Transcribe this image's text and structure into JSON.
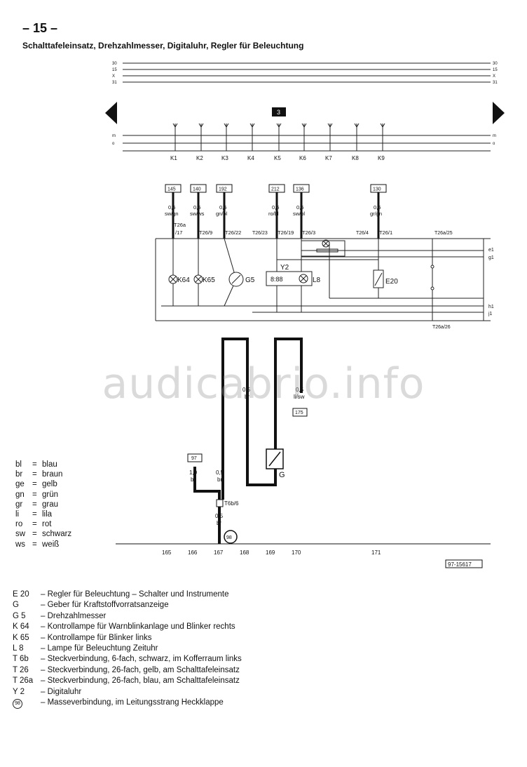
{
  "header": {
    "page_number": "– 15 –",
    "title": "Schalttafeleinsatz, Drehzahlmesser, Digitaluhr, Regler für Beleuchtung"
  },
  "rails": {
    "top": [
      "30",
      "15",
      "X",
      "31"
    ],
    "bottom": [
      "m",
      "o"
    ]
  },
  "fuse_marker": "3",
  "k_labels": [
    "K1",
    "K2",
    "K3",
    "K4",
    "K5",
    "K6",
    "K7",
    "K8",
    "K9"
  ],
  "wires_top": [
    {
      "ref": "145",
      "size": "0,5",
      "color": "sw/gn",
      "conn": "T26a",
      "conn2": "/17"
    },
    {
      "ref": "140",
      "size": "0,5",
      "color": "sw/ws",
      "conn": "T26/9"
    },
    {
      "ref": "192",
      "size": "0,5",
      "color": "gn/bl",
      "conn": "T26/22"
    },
    {
      "ref": "212",
      "size": "0,5",
      "color": "ro/bl",
      "conn": "T26/19"
    },
    {
      "ref": "136",
      "size": "0,5",
      "color": "sw/bl",
      "conn": "T26/3"
    },
    {
      "ref": "130",
      "size": "0,5",
      "color": "gr/gn",
      "conn": "T26/1"
    }
  ],
  "extra_connectors": [
    "T26/23",
    "T26/4",
    "T26a/25",
    "T26a/26"
  ],
  "side_labels": [
    "e1",
    "g1",
    "h1",
    "j1"
  ],
  "components_panel": [
    "K64",
    "K65",
    "G5",
    "Y2",
    "L8",
    "E20"
  ],
  "lower_wires": [
    {
      "size": "0,5",
      "color": "br"
    },
    {
      "size": "0,5",
      "color": "li/sw",
      "ref": "175"
    }
  ],
  "sensor_label": "G",
  "feed_wire": {
    "ref": "97",
    "size": "1,0",
    "color": "br"
  },
  "junction_wire": {
    "size": "0,5",
    "color": "br"
  },
  "connector_t6b": "T6b/6",
  "down_wire": {
    "size": "0,5",
    "color": "br"
  },
  "ground_point": "98",
  "track_numbers": [
    "165",
    "166",
    "167",
    "168",
    "169",
    "170",
    "171"
  ],
  "diagram_id": "97-15617",
  "watermark": "audicabrio.info",
  "color_legend": [
    {
      "code": "bl",
      "name": "blau"
    },
    {
      "code": "br",
      "name": "braun"
    },
    {
      "code": "ge",
      "name": "gelb"
    },
    {
      "code": "gn",
      "name": "grün"
    },
    {
      "code": "gr",
      "name": "grau"
    },
    {
      "code": "li",
      "name": "lila"
    },
    {
      "code": "ro",
      "name": "rot"
    },
    {
      "code": "sw",
      "name": "schwarz"
    },
    {
      "code": "ws",
      "name": "weiß"
    }
  ],
  "component_list": [
    {
      "code": "E 20",
      "desc": "– Regler für Beleuchtung – Schalter und Instrumente"
    },
    {
      "code": "G",
      "desc": "– Geber für Kraftstoffvorratsanzeige"
    },
    {
      "code": "G 5",
      "desc": "– Drehzahlmesser"
    },
    {
      "code": "K 64",
      "desc": "– Kontrollampe für Warnblinkanlage und Blinker rechts"
    },
    {
      "code": "K 65",
      "desc": "– Kontrollampe für Blinker links"
    },
    {
      "code": "L 8",
      "desc": "– Lampe für Beleuchtung Zeituhr"
    },
    {
      "code": "T 6b",
      "desc": "– Steckverbindung, 6-fach, schwarz, im Kofferraum links"
    },
    {
      "code": "T 26",
      "desc": "– Steckverbindung, 26-fach, gelb, am Schalttafeleinsatz"
    },
    {
      "code": "T 26a",
      "desc": "– Steckverbindung, 26-fach, blau, am Schalttafeleinsatz"
    },
    {
      "code": "Y 2",
      "desc": "– Digitaluhr"
    },
    {
      "code": "98",
      "desc": "– Masseverbindung, im Leitungsstrang Heckklappe"
    }
  ]
}
